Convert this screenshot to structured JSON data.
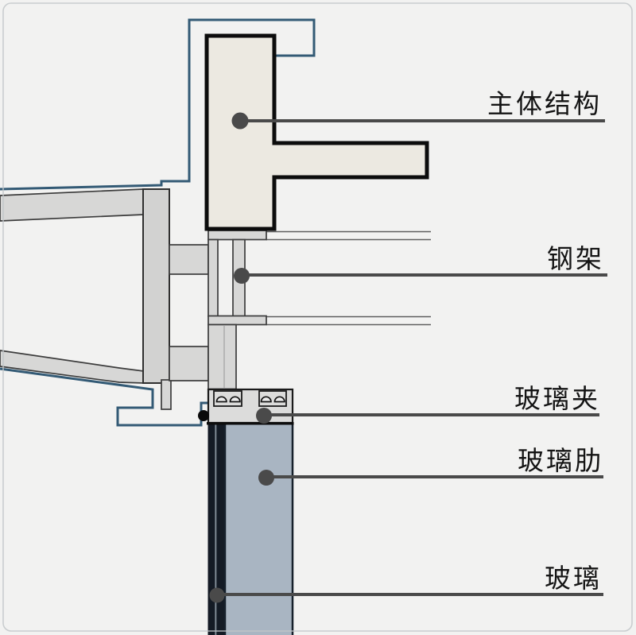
{
  "drawing": {
    "type": "architectural-section-detail",
    "labels": [
      {
        "id": "main-structure",
        "text": "主体结构"
      },
      {
        "id": "steel-frame",
        "text": "钢架"
      },
      {
        "id": "glass-clamp",
        "text": "玻璃夹"
      },
      {
        "id": "glass-rib",
        "text": "玻璃肋"
      },
      {
        "id": "glass",
        "text": "玻璃"
      }
    ],
    "colors": {
      "background": "#f2f2f1",
      "concrete_fill": "#ece9e1",
      "concrete_outline": "#0c0c0c",
      "steel_fill": "#d7d7d6",
      "steel_outline": "#3c3c3c",
      "blue_line": "#335a75",
      "clamp_fill": "#dcdcdb",
      "glass_dark": "#141b25",
      "glass_interlayer": "#84909a",
      "glass_rib_fill": "#a9b5c2",
      "glass_rib_outline": "#16202b",
      "annotation": "#4a4a4a",
      "label_text": "#141414"
    }
  }
}
